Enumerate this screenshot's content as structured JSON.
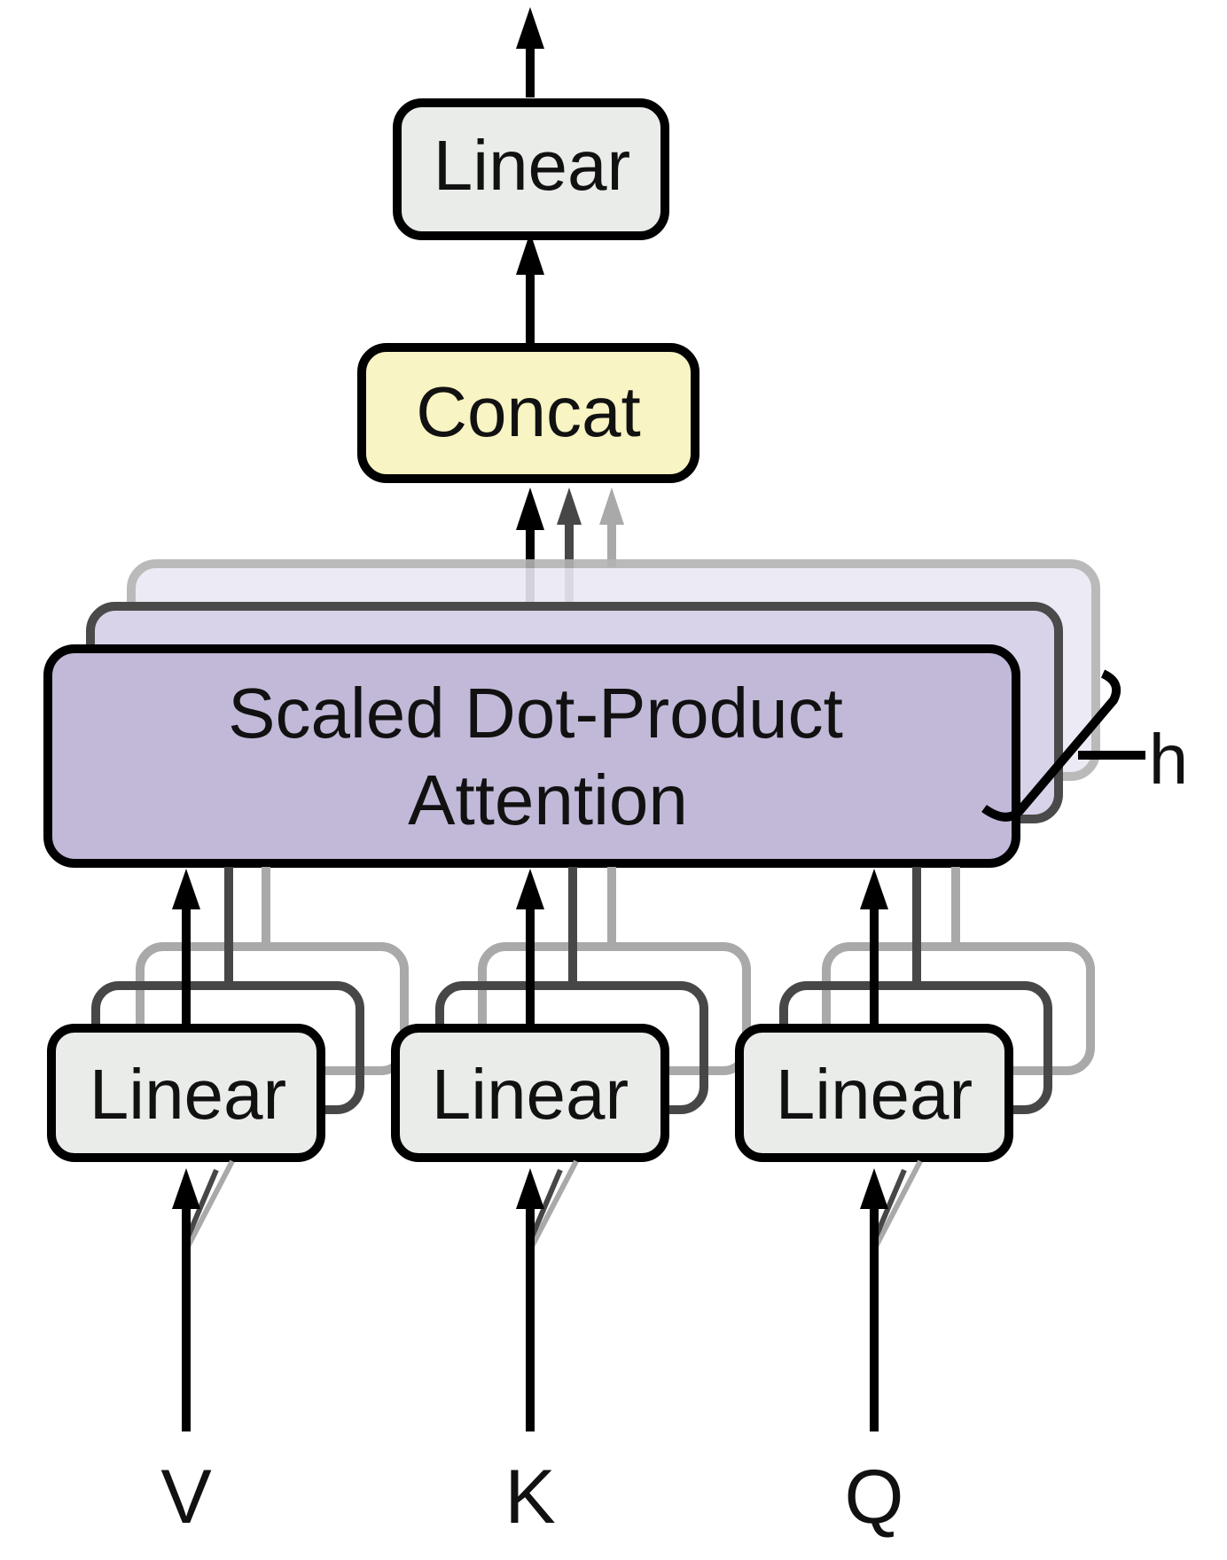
{
  "nodes": {
    "linear_out": "Linear",
    "concat": "Concat",
    "attention_line1": "Scaled Dot-Product",
    "attention_line2": "Attention",
    "linear_v": "Linear",
    "linear_k": "Linear",
    "linear_q": "Linear"
  },
  "heads_label": "h",
  "inputs": {
    "v": "V",
    "k": "K",
    "q": "Q"
  },
  "colors": {
    "linear_fill": "#e9ece9",
    "concat_fill": "#f8f4c3",
    "attention_fill": "#c2b9d9",
    "stroke": "#000000"
  }
}
